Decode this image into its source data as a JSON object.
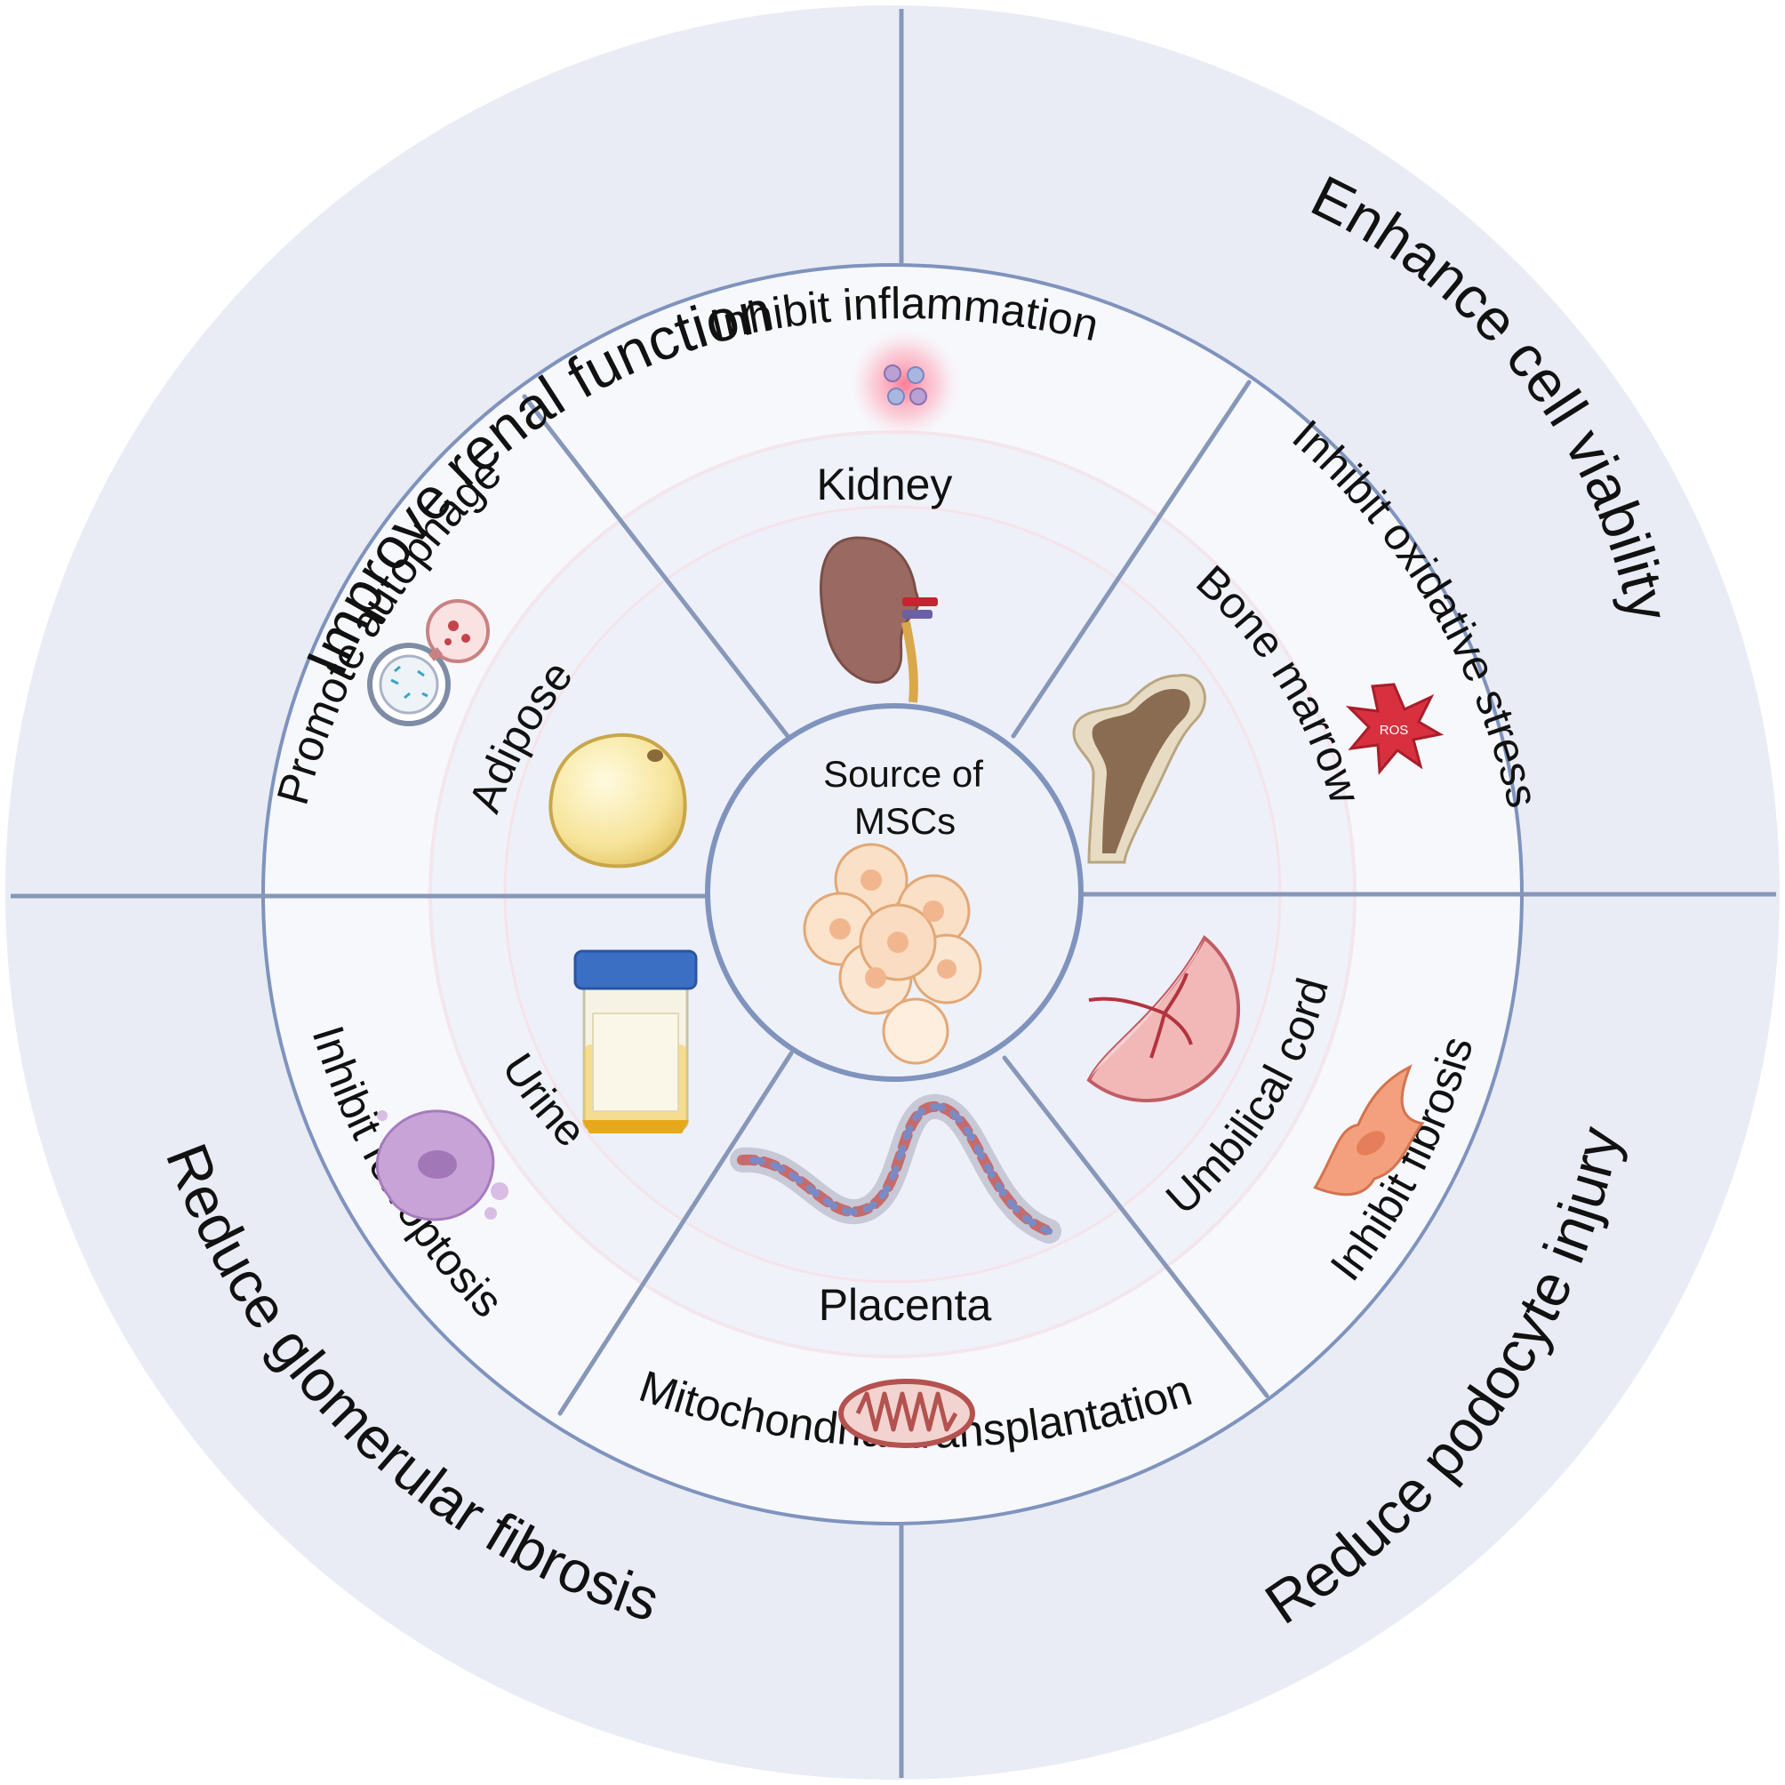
{
  "outer_ring": {
    "top_left": "Improve renal function",
    "top_right": "Enhance cell viability",
    "bottom_left": "Reduce glomerular fibrosis",
    "bottom_right": "Reduce podocyte injury"
  },
  "mechanisms": {
    "top": "Inhibit inflammation",
    "upper_right": "Inhibit oxidative stress",
    "lower_right": "Inhibit fibrosis",
    "bottom": "Mitochondrial transplantation",
    "lower_left": "Inhibit ferroptosis",
    "upper_left": "Promote autophage"
  },
  "sources": {
    "top": "Kidney",
    "upper_right": "Bone marrow",
    "lower_right": "Umbilical cord",
    "bottom": "Placenta",
    "lower_left": "Urine",
    "upper_left": "Adipose"
  },
  "center": {
    "line1": "Source of",
    "line2": "MSCs"
  },
  "ros_label": "ROS",
  "colors": {
    "outer_fill": "#e9ecf5",
    "middle_fill": "#f7f8fc",
    "inner_fill": "#eef1f8",
    "line": "#8797b8",
    "ring_stroke": "#7f93bd"
  },
  "icons": [
    "inflammation-cells-icon",
    "ros-star-icon",
    "fibroblast-icon",
    "mitochondrion-icon",
    "ferroptosis-cell-icon",
    "autophagosome-icon",
    "kidney-icon",
    "bone-marrow-icon",
    "umbilical-cord-icon",
    "placenta-icon",
    "urine-cup-icon",
    "adipocyte-icon",
    "msc-cluster-icon"
  ]
}
